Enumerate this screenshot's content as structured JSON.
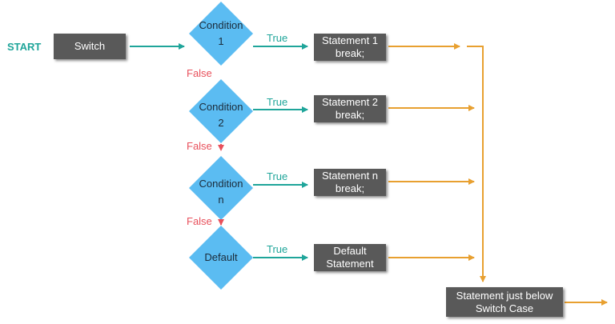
{
  "start_label": "START",
  "switch_label": "Switch",
  "conditions": [
    {
      "line1": "Condition",
      "line2": "1"
    },
    {
      "line1": "Condition",
      "line2": "2"
    },
    {
      "line1": "Condition",
      "line2": "n"
    },
    {
      "line1": "Default",
      "line2": ""
    }
  ],
  "true_label": "True",
  "false_label": "False",
  "statements": [
    {
      "line1": "Statement 1",
      "line2": "break;"
    },
    {
      "line1": "Statement 2",
      "line2": "break;"
    },
    {
      "line1": "Statement n",
      "line2": "break;"
    },
    {
      "line1": "Default",
      "line2": "Statement"
    }
  ],
  "final_box": {
    "line1": "Statement just below",
    "line2": "Switch Case"
  },
  "colors": {
    "teal": "#1fa59a",
    "orange": "#e8a030",
    "red": "#e8505b",
    "diamond_fill": "#5bbcf2",
    "box_fill": "#595959"
  }
}
